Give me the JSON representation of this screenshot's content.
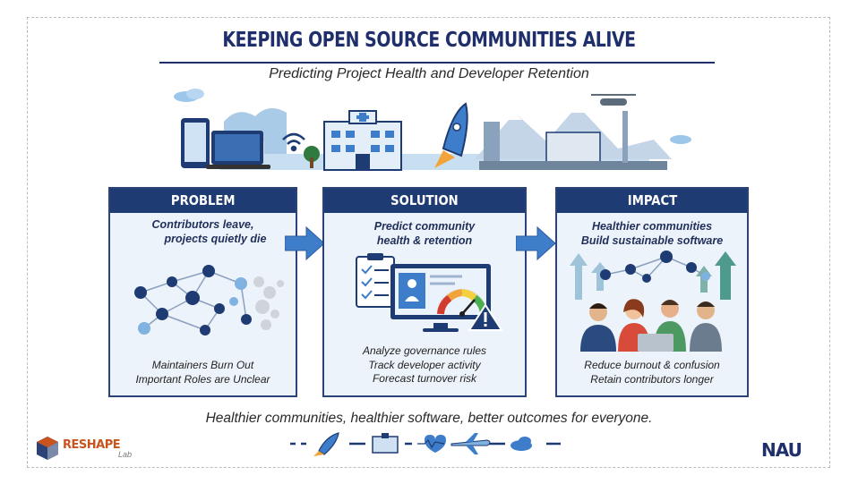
{
  "header": {
    "title": "KEEPING OPEN SOURCE COMMUNITIES ALIVE",
    "subtitle": "Predicting Project Health and Developer Retention"
  },
  "panels": [
    {
      "heading": "PROBLEM",
      "lead": [
        "Contributors leave,",
        "projects quietly die"
      ],
      "footer": [
        "Maintainers Burn Out",
        "Important Roles are Unclear"
      ]
    },
    {
      "heading": "SOLUTION",
      "lead": [
        "Predict community",
        "health & retention"
      ],
      "footer": [
        "Analyze governance rules",
        "Track developer activity",
        "Forecast turnover risk"
      ]
    },
    {
      "heading": "IMPACT",
      "lead": [
        "Healthier communities",
        "Build sustainable software"
      ],
      "footer": [
        "Reduce burnout & confusion",
        "Retain contributors longer"
      ]
    }
  ],
  "tagline": "Healthier communities, healthier software, better outcomes for everyone.",
  "logos": {
    "left_brand": "RESHAPE",
    "left_sub": "Lab",
    "right_brand": "NAU"
  },
  "colors": {
    "navy": "#1f3b73",
    "panel_bg": "#edf3fa",
    "arrow_blue": "#3d7dc9",
    "node_dark": "#1f3b73",
    "node_light": "#7fb2e0"
  }
}
